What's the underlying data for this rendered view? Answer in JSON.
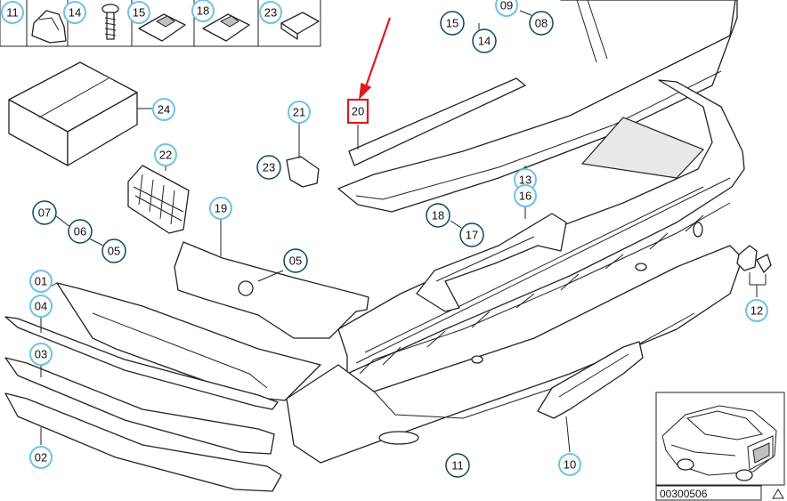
{
  "callouts": {
    "c11_top": "11",
    "c14_top": "14",
    "c15_top": "15",
    "c18_top": "18",
    "c23_top": "23",
    "c09": "09",
    "c15": "15",
    "c08": "08",
    "c14": "14",
    "c24": "24",
    "c21": "21",
    "c20": "20",
    "c23": "23",
    "c22": "22",
    "c13": "13",
    "c16": "16",
    "c18": "18",
    "c17": "17",
    "c07": "07",
    "c06": "06",
    "c05a": "05",
    "c19": "19",
    "c05b": "05",
    "c01": "01",
    "c04": "04",
    "c03": "03",
    "c02": "02",
    "c12": "12",
    "c11": "11",
    "c10": "10"
  },
  "diagram_id": "00300506",
  "colors": {
    "callout_ring": "#6ec3e6",
    "highlight": "#e0191f",
    "line": "#222222"
  },
  "icons": {
    "arrow": "red-arrow-icon",
    "warning": "triangle-icon"
  }
}
